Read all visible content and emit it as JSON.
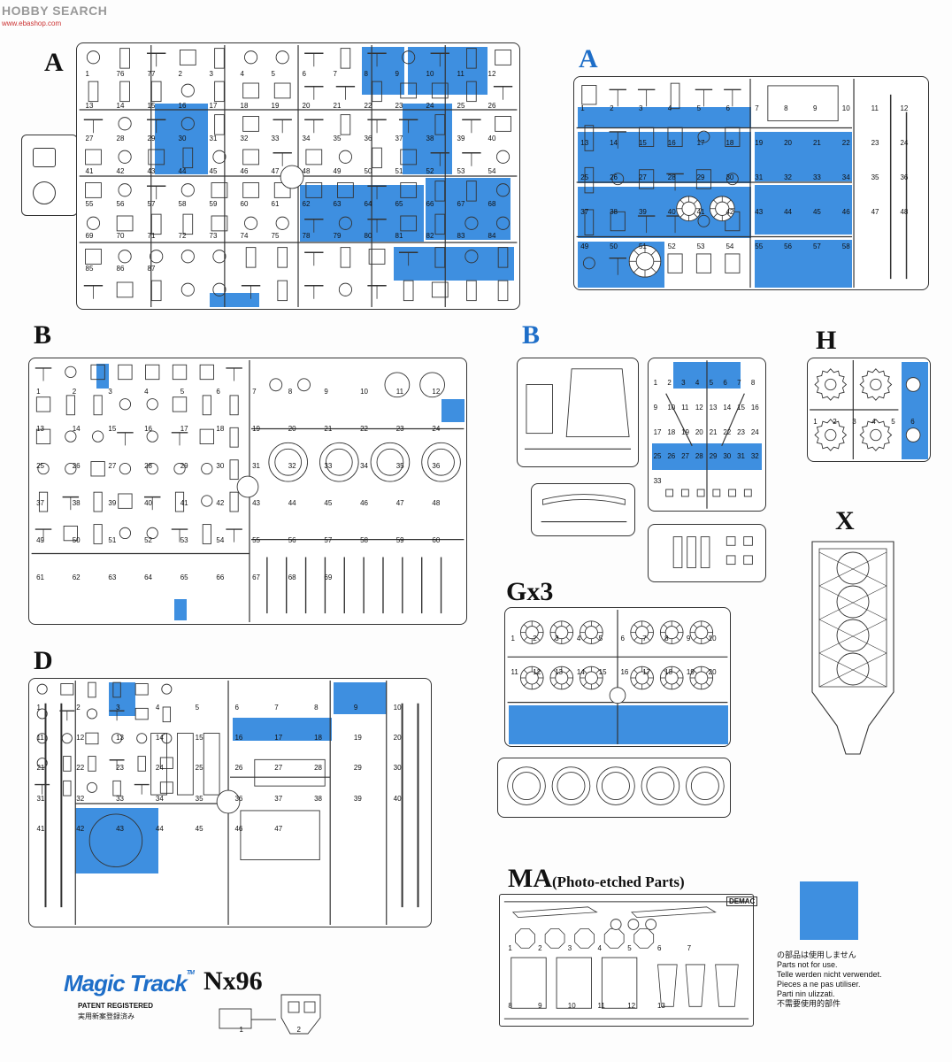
{
  "watermark": {
    "brand": "HOBBY SEARCH",
    "url": "www.ebashop.com"
  },
  "sprue_labels": {
    "a_left": "A",
    "a_right": "A",
    "b_left": "B",
    "b_right": "B",
    "h": "H",
    "x": "X",
    "d": "D",
    "g": "Gx3",
    "n": "Nx96",
    "ma": "MA",
    "ma_sub": "(Photo-etched Parts)"
  },
  "legend": {
    "color": "#3e8fe0",
    "lines": [
      "の部品は使用しません",
      "Parts not for use.",
      "Telle werden nicht verwendet.",
      "Pieces a ne pas utiliser.",
      "Parti nin ulizzati.",
      "不需要使用的部件"
    ]
  },
  "magic_track": {
    "logo": "Magic Track",
    "tm": "TM",
    "line1": "PATENT REGISTERED",
    "line2": "実用新案登録済み"
  },
  "parts": {
    "a1": [
      "1",
      "76",
      "77",
      "2",
      "3",
      "4",
      "5",
      "6",
      "7",
      "8",
      "9",
      "10",
      "11",
      "12",
      "13",
      "14",
      "15",
      "16",
      "17",
      "18",
      "19",
      "20",
      "21",
      "22",
      "23",
      "24",
      "25",
      "26",
      "27",
      "28",
      "29",
      "30",
      "31",
      "32",
      "33",
      "34",
      "35",
      "36",
      "37",
      "38",
      "39",
      "40",
      "41",
      "42",
      "43",
      "44",
      "45",
      "46",
      "47",
      "48",
      "49",
      "50",
      "51",
      "52",
      "53",
      "54",
      "55",
      "56",
      "57",
      "58",
      "59",
      "60",
      "61",
      "62",
      "63",
      "64",
      "65",
      "66",
      "67",
      "68",
      "69",
      "70",
      "71",
      "72",
      "73",
      "74",
      "75",
      "78",
      "79",
      "80",
      "81",
      "82",
      "83",
      "84",
      "85",
      "86",
      "87"
    ],
    "a2": [
      "1",
      "2",
      "3",
      "4",
      "5",
      "6",
      "7",
      "8",
      "9",
      "10",
      "11",
      "12",
      "13",
      "14",
      "15",
      "16",
      "17",
      "18",
      "19",
      "20",
      "21",
      "22",
      "23",
      "24",
      "25",
      "26",
      "27",
      "28",
      "29",
      "30",
      "31",
      "32",
      "33",
      "34",
      "35",
      "36",
      "37",
      "38",
      "39",
      "40",
      "41",
      "42",
      "43",
      "44",
      "45",
      "46",
      "47",
      "48",
      "49",
      "50",
      "51",
      "52",
      "53",
      "54",
      "55",
      "56",
      "57",
      "58"
    ],
    "b1": [
      "1",
      "2",
      "3",
      "4",
      "5",
      "6",
      "7",
      "8",
      "9",
      "10",
      "11",
      "12",
      "13",
      "14",
      "15",
      "16",
      "17",
      "18",
      "19",
      "20",
      "21",
      "22",
      "23",
      "24",
      "25",
      "26",
      "27",
      "28",
      "29",
      "30",
      "31",
      "32",
      "33",
      "34",
      "35",
      "36",
      "37",
      "38",
      "39",
      "40",
      "41",
      "42",
      "43",
      "44",
      "45",
      "46",
      "47",
      "48",
      "49",
      "50",
      "51",
      "52",
      "53",
      "54",
      "55",
      "56",
      "57",
      "58",
      "59",
      "60",
      "61",
      "62",
      "63",
      "64",
      "65",
      "66",
      "67",
      "68",
      "69"
    ],
    "b2": [
      "1",
      "2",
      "3",
      "4",
      "5",
      "6",
      "7",
      "8",
      "9",
      "10",
      "11",
      "12",
      "13",
      "14",
      "15",
      "16",
      "17",
      "18",
      "19",
      "20",
      "21",
      "22",
      "23",
      "24",
      "25",
      "26",
      "27",
      "28",
      "29",
      "30",
      "31",
      "32",
      "33"
    ],
    "h": [
      "1",
      "2",
      "3",
      "4",
      "5",
      "6"
    ],
    "g": [
      "1",
      "2",
      "3",
      "4",
      "5",
      "6",
      "7",
      "8",
      "9",
      "10",
      "11",
      "12",
      "13",
      "14",
      "15",
      "16",
      "17",
      "18",
      "19",
      "20"
    ],
    "d": [
      "1",
      "2",
      "3",
      "4",
      "5",
      "6",
      "7",
      "8",
      "9",
      "10",
      "11",
      "12",
      "13",
      "14",
      "15",
      "16",
      "17",
      "18",
      "19",
      "20",
      "21",
      "22",
      "23",
      "24",
      "25",
      "26",
      "27",
      "28",
      "29",
      "30",
      "31",
      "32",
      "33",
      "34",
      "35",
      "36",
      "37",
      "38",
      "39",
      "40",
      "41",
      "42",
      "43",
      "44",
      "45",
      "46",
      "47"
    ],
    "n": [
      "1",
      "2"
    ],
    "ma": [
      "1",
      "2",
      "3",
      "4",
      "5",
      "6",
      "7",
      "8",
      "9",
      "10",
      "11",
      "12",
      "13"
    ],
    "ma_stamp": "DEMAC"
  }
}
